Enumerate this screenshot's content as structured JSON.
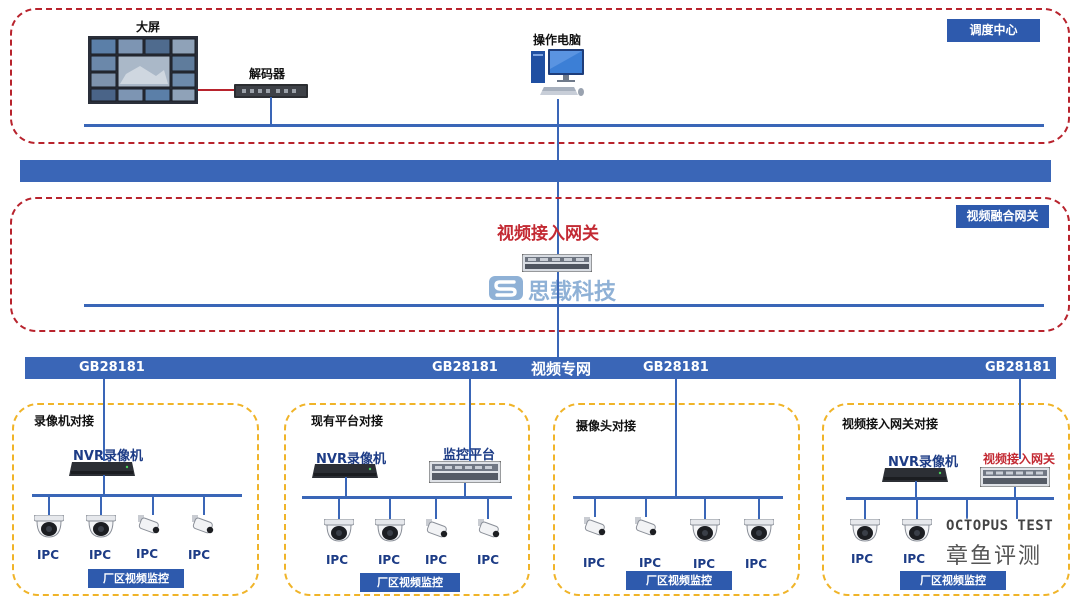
{
  "top": {
    "tag": "调度中心",
    "big_screen_label": "大屏",
    "decoder_label": "解码器",
    "pc_label": "操作电脑"
  },
  "mid": {
    "tag": "视频融合网关",
    "title": "视频接入网关",
    "watermark": "思载科技"
  },
  "network": {
    "label": "视频专网",
    "gb_labels": [
      "GB28181",
      "GB28181",
      "GB28181",
      "GB28181"
    ]
  },
  "zones": [
    {
      "title": "录像机对接",
      "devices": [
        "NVR录像机"
      ],
      "ipc": [
        "IPC",
        "IPC",
        "IPC",
        "IPC"
      ],
      "footer": "厂区视频监控"
    },
    {
      "title": "现有平台对接",
      "devices": [
        "NVR录像机",
        "监控平台"
      ],
      "ipc": [
        "IPC",
        "IPC",
        "IPC",
        "IPC"
      ],
      "footer": "厂区视频监控"
    },
    {
      "title": "摄像头对接",
      "devices": [],
      "ipc": [
        "IPC",
        "IPC",
        "IPC",
        "IPC"
      ],
      "footer": "厂区视频监控"
    },
    {
      "title": "视频接入网关对接",
      "devices": [
        "NVR录像机",
        "视频接入网关"
      ],
      "ipc": [
        "IPC",
        "IPC"
      ],
      "footer": "厂区视频监控"
    }
  ],
  "overlay_watermark": {
    "line1": "OCTOPUS TEST",
    "line2": "章鱼评测"
  }
}
